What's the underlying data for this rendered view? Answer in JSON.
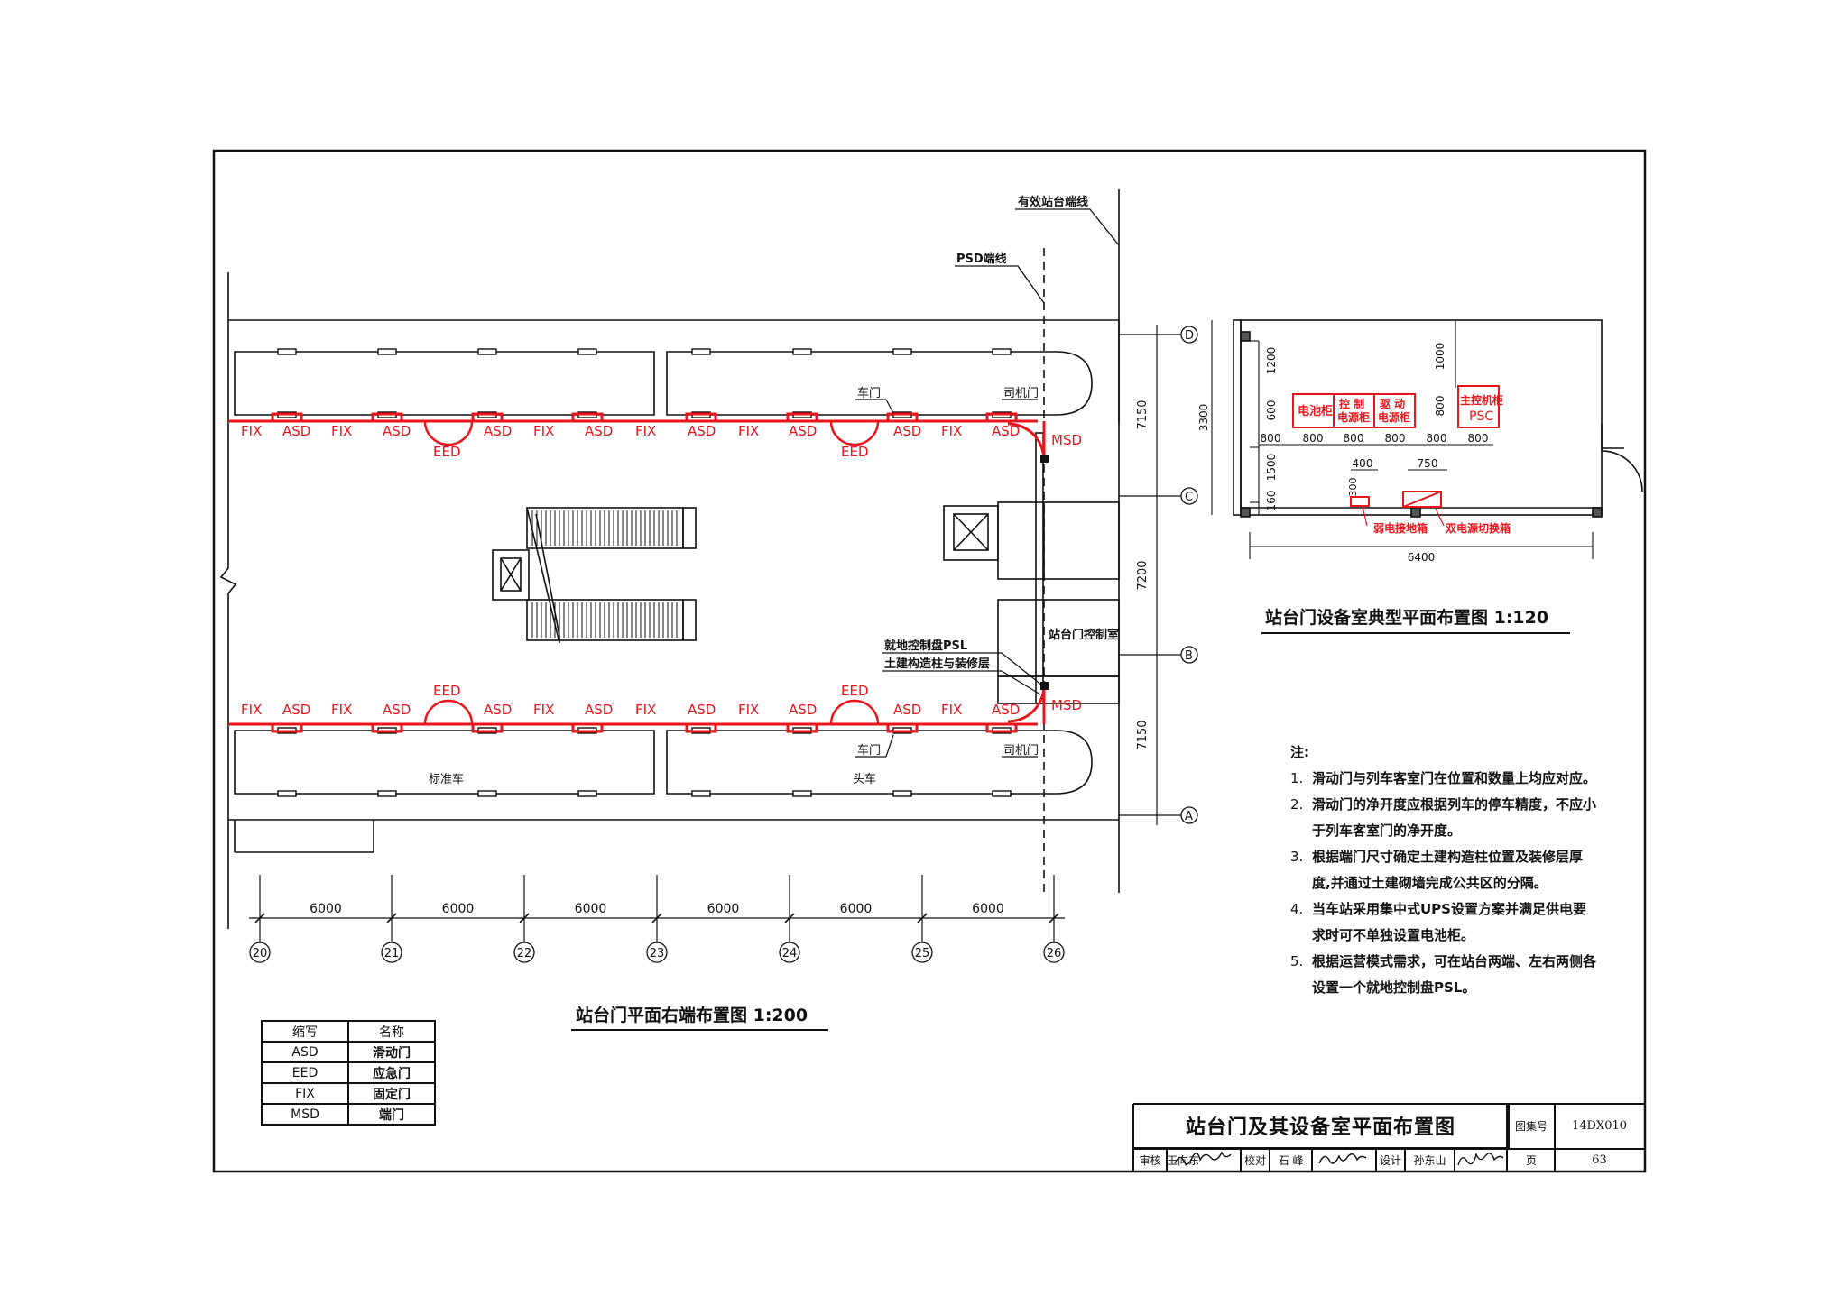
{
  "drawing": {
    "main_plan_title": "站台门平面右端布置图  1:200",
    "room_plan_title": "站台门设备室典型平面布置图  1:120",
    "labels": {
      "effective_platform_line": "有效站台端线",
      "psd_end_line": "PSD端线",
      "train_door": "车门",
      "driver_door": "司机门",
      "psl": "就地控制盘PSL",
      "column_finish": "土建构造柱与装修层",
      "control_room": "站台门控制室",
      "standard_car": "标准车",
      "head_car": "头车"
    },
    "door_row": [
      "FIX",
      "ASD",
      "FIX",
      "ASD",
      "EED",
      "ASD",
      "FIX",
      "ASD",
      "FIX",
      "ASD",
      "FIX",
      "ASD",
      "EED",
      "ASD",
      "FIX",
      "ASD",
      "MSD"
    ],
    "door_labels": {
      "fix": "FIX",
      "asd": "ASD",
      "eed": "EED",
      "msd": "MSD"
    },
    "axis_grid": [
      "20",
      "21",
      "22",
      "23",
      "24",
      "25",
      "26"
    ],
    "spans": [
      "6000",
      "6000",
      "6000",
      "6000",
      "6000",
      "6000"
    ],
    "row_axes": [
      "D",
      "C",
      "B",
      "A"
    ],
    "row_dims": [
      "7150",
      "7200",
      "7150"
    ],
    "room": {
      "width_dim": "6400",
      "height_dim": "3300",
      "vert_dims": [
        "1200",
        "600",
        "1500",
        "160"
      ],
      "vert_dims_right": [
        "1000",
        "800"
      ],
      "cab_width_dims": [
        "800",
        "800",
        "800",
        "800",
        "800",
        "800"
      ],
      "cabinets": [
        "电池柜",
        "控 制\n电源柜",
        "驱 动\n电源柜",
        "主控机柜\nPSC"
      ],
      "small_dims": [
        "400",
        "750",
        "300"
      ],
      "grounding_box": "弱电接地箱",
      "dual_power": "双电源切换箱"
    }
  },
  "notes": {
    "heading": "注:",
    "items": [
      {
        "num": "1.",
        "text": "滑动门与列车客室门在位置和数量上均应对应。"
      },
      {
        "num": "2.",
        "text": "滑动门的净开度应根据列车的停车精度，不应小于列车客室门的净开度。"
      },
      {
        "num": "3.",
        "text": "根据端门尺寸确定土建构造柱位置及装修层厚度,并通过土建砌墙完成公共区的分隔。"
      },
      {
        "num": "4.",
        "text": "当车站采用集中式UPS设置方案并满足供电要求时可不单独设置电池柜。"
      },
      {
        "num": "5.",
        "text": "根据运营模式需求，可在站台两端、左右两侧各设置一个就地控制盘PSL。"
      }
    ]
  },
  "legend": {
    "headers": [
      "缩写",
      "名称"
    ],
    "rows": [
      {
        "abbr": "ASD",
        "name": "滑动门"
      },
      {
        "abbr": "EED",
        "name": "应急门"
      },
      {
        "abbr": "FIX",
        "name": "固定门"
      },
      {
        "abbr": "MSD",
        "name": "端门"
      }
    ]
  },
  "title_block": {
    "title": "站台门及其设备室平面布置图",
    "atlas_label": "图集号",
    "atlas_no": "14DX010",
    "review_label": "审核",
    "reviewer": "王向东",
    "check_label": "校对",
    "checker": "石 峰",
    "design_label": "设计",
    "designer": "孙东山",
    "page_label": "页",
    "page_no": "63"
  }
}
